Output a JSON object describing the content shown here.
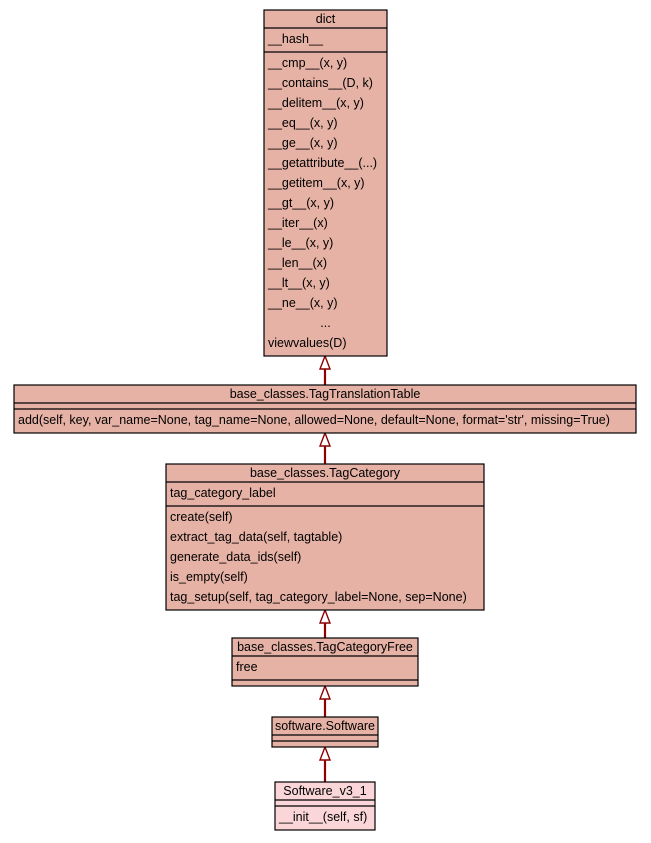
{
  "colors": {
    "class_fill": "#e6b2a5",
    "leaf_fill": "#fbd6d8",
    "border": "#000000",
    "edge": "#8b0000",
    "arrowhead_fill": "#ffffff"
  },
  "classes": [
    {
      "id": "dict",
      "name": "dict",
      "attributes": [
        "__hash__"
      ],
      "methods": [
        "__cmp__(x, y)",
        "__contains__(D, k)",
        "__delitem__(x, y)",
        "__eq__(x, y)",
        "__ge__(x, y)",
        "__getattribute__(...)",
        "__getitem__(x, y)",
        "__gt__(x, y)",
        "__iter__(x)",
        "__le__(x, y)",
        "__len__(x)",
        "__lt__(x, y)",
        "__ne__(x, y)",
        "...",
        "viewvalues(D)"
      ]
    },
    {
      "id": "tag-translation-table",
      "name": "base_classes.TagTranslationTable",
      "attributes": [],
      "methods": [
        "add(self, key, var_name=None, tag_name=None, allowed=None, default=None, format='str', missing=True)"
      ]
    },
    {
      "id": "tag-category",
      "name": "base_classes.TagCategory",
      "attributes": [
        "tag_category_label"
      ],
      "methods": [
        "create(self)",
        "extract_tag_data(self, tagtable)",
        "generate_data_ids(self)",
        "is_empty(self)",
        "tag_setup(self, tag_category_label=None, sep=None)"
      ]
    },
    {
      "id": "tag-category-free",
      "name": "base_classes.TagCategoryFree",
      "attributes": [
        "free"
      ],
      "methods": []
    },
    {
      "id": "software",
      "name": "software.Software",
      "attributes": [],
      "methods": []
    },
    {
      "id": "software-v3-1",
      "name": "Software_v3_1",
      "attributes": [],
      "methods": [
        "__init__(self, sf)"
      ]
    }
  ],
  "inheritance": [
    {
      "child": "tag-translation-table",
      "parent": "dict"
    },
    {
      "child": "tag-category",
      "parent": "tag-translation-table"
    },
    {
      "child": "tag-category-free",
      "parent": "tag-category"
    },
    {
      "child": "software",
      "parent": "tag-category-free"
    },
    {
      "child": "software-v3-1",
      "parent": "software"
    }
  ]
}
